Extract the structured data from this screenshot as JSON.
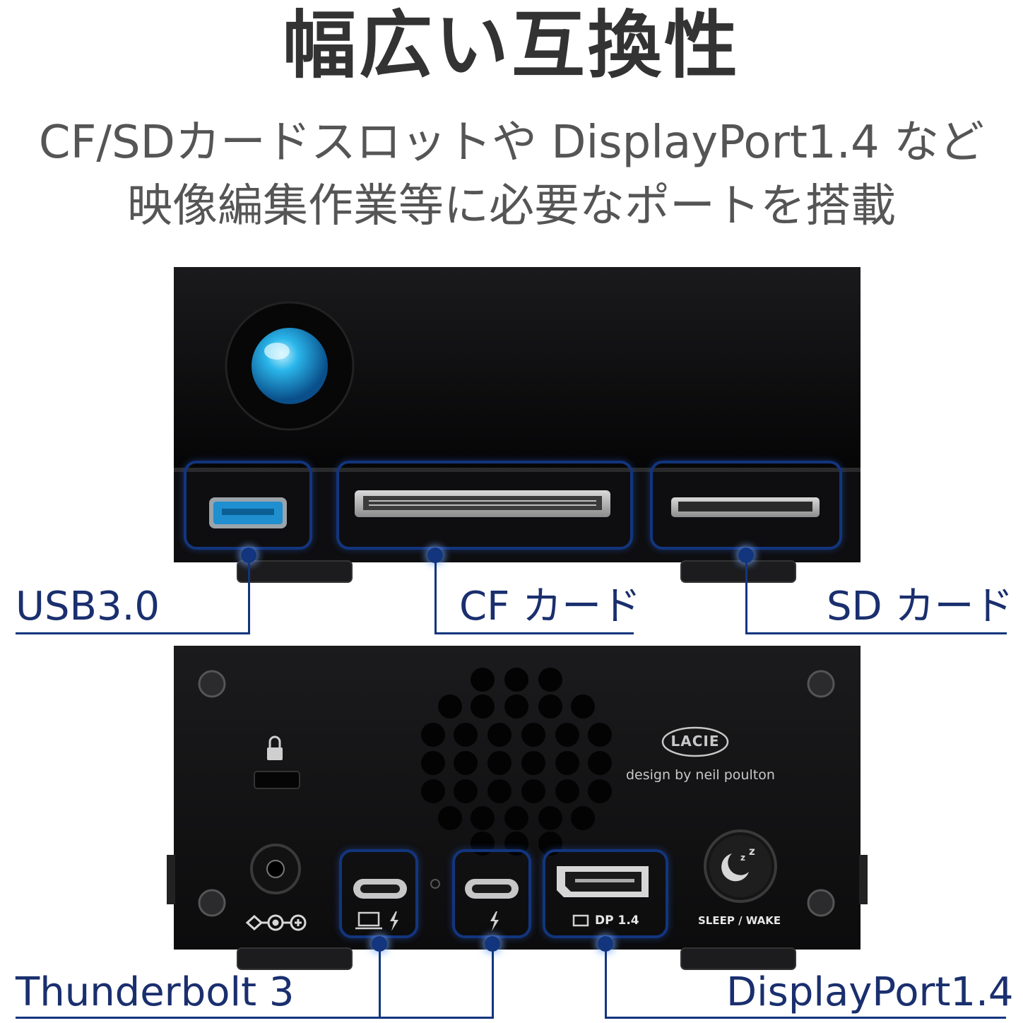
{
  "heading": {
    "title": "幅広い互換性",
    "subtitle_line1": "CF/SDカードスロットや DisplayPort1.4 など",
    "subtitle_line2": "映像編集作業等に必要なポートを搭載"
  },
  "front_labels": {
    "usb": "USB3.0",
    "cf": "CF カード",
    "sd": "SD カード"
  },
  "rear_labels": {
    "thunderbolt": "Thunderbolt 3",
    "displayport": "DisplayPort1.4"
  },
  "device_markings": {
    "brand": "LACIE",
    "designer": "design by neil poulton",
    "dp_port": "DP 1.4",
    "sleep_wake": "SLEEP / WAKE"
  },
  "colors": {
    "label_blue": "#1a2f6e",
    "highlight_blue": "#12357e",
    "device_black": "#0b0b0c",
    "usb_port_blue": "#1f8fd0"
  }
}
